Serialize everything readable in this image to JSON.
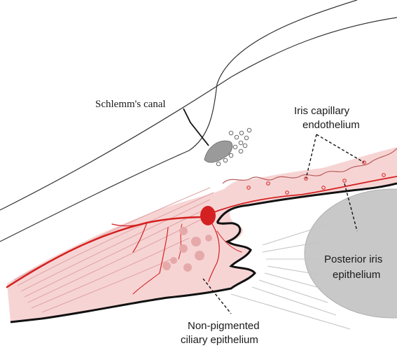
{
  "labels": {
    "schlemm": "Schlemm's canal",
    "iris_cap_line1": "Iris capillary",
    "iris_cap_line2": "endothelium",
    "posterior_line1": "Posterior iris",
    "posterior_line2": "epithelium",
    "npce_line1": "Non-pigmented",
    "npce_line2": "ciliary epithelium"
  },
  "colors": {
    "tissue_fill": "#f7d4d4",
    "vessel": "#d42020",
    "lens": "#c8c8c8",
    "canal": "#9a9a9a",
    "outline": "#222222"
  }
}
